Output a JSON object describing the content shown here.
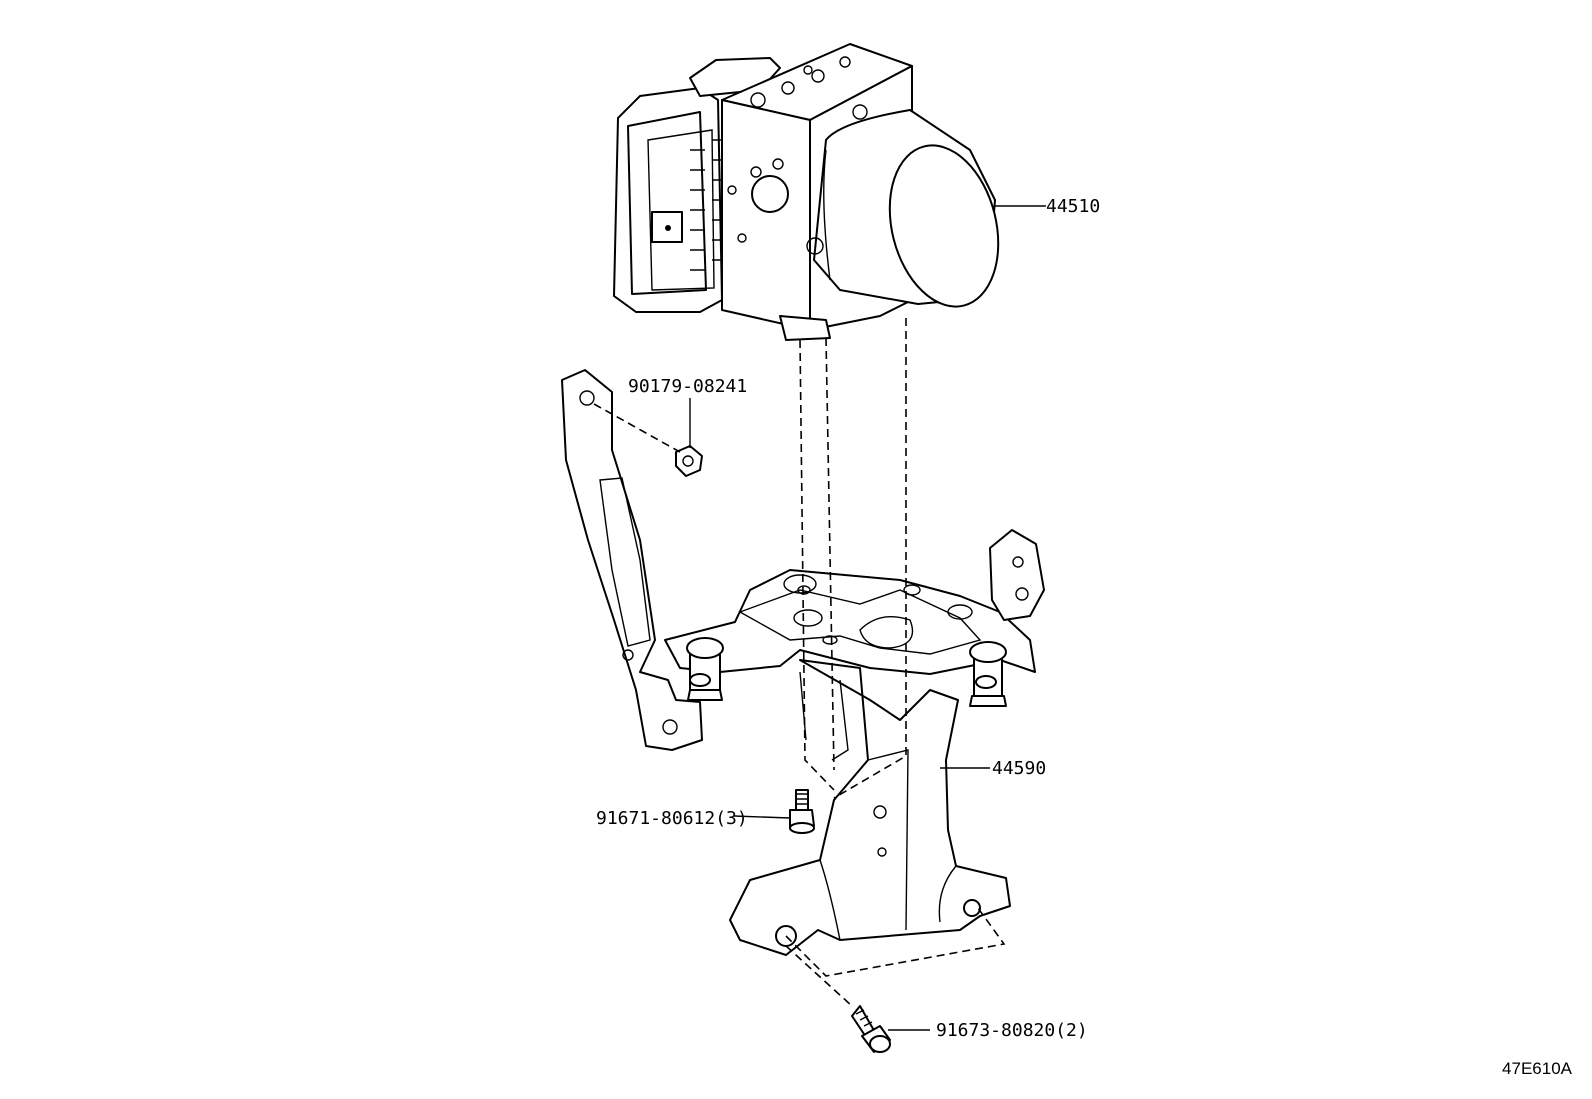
{
  "diagram": {
    "reference_code": "47E610A",
    "parts": [
      {
        "id": "actuator",
        "number": "44510",
        "icon": "abs-actuator-icon"
      },
      {
        "id": "nut",
        "number": "90179-08241",
        "icon": "nut-icon"
      },
      {
        "id": "bracket",
        "number": "44590",
        "icon": "bracket-icon"
      },
      {
        "id": "bolt-small",
        "number": "91671-80612(3)",
        "icon": "bolt-icon"
      },
      {
        "id": "bolt-large",
        "number": "91673-80820(2)",
        "icon": "bolt-icon"
      }
    ]
  }
}
